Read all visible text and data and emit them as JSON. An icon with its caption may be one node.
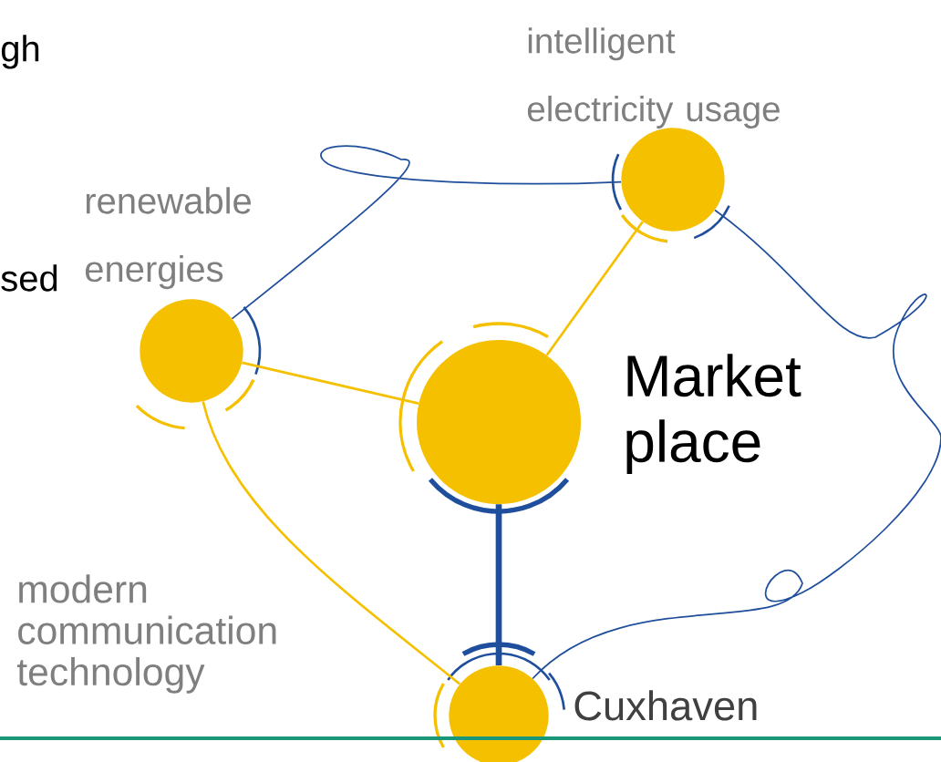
{
  "diagram": {
    "nodes": [
      {
        "text": [],
        "shape": "circle",
        "beside": [
          "renewable energies"
        ]
      },
      {
        "text": [],
        "shape": "circle",
        "beside": [
          "intelligent electricity usage"
        ]
      },
      {
        "text": [],
        "shape": "circle",
        "beside": [
          "Market place"
        ]
      },
      {
        "text": [],
        "shape": "circle",
        "beside": [
          "Cuxhaven"
        ]
      }
    ],
    "edges": [
      {
        "from": 0,
        "to": 2,
        "arrow": "none"
      },
      {
        "from": 1,
        "to": 2,
        "arrow": "none"
      },
      {
        "from": 0,
        "to": 3,
        "arrow": "none"
      },
      {
        "from": 2,
        "to": 3,
        "arrow": "none",
        "style": "thick",
        "color": "#1f4e9c"
      },
      {
        "from": 0,
        "to": 1,
        "arrow": "none",
        "color": "#1f4e9c"
      },
      {
        "from": 1,
        "to": 3,
        "arrow": "none",
        "color": "#1f4e9c"
      }
    ],
    "labels": [
      "gh",
      "sed",
      "modern communication technology"
    ]
  }
}
